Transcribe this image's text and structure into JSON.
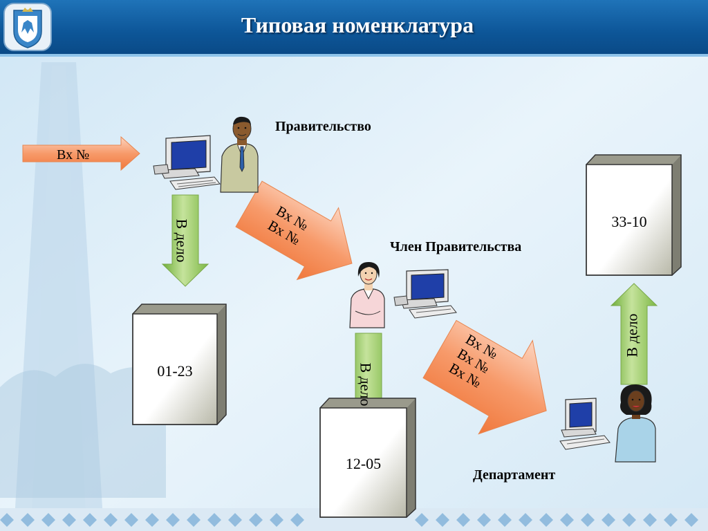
{
  "header": {
    "title": "Типовая номенклатура"
  },
  "labels": {
    "government": "Правительство",
    "member": "Член Правительства",
    "department": "Департамент"
  },
  "incoming": {
    "label": "Вх №"
  },
  "arrows": {
    "gov_to_member": [
      "Вх №",
      "Вх №"
    ],
    "member_to_dept": [
      "Вх №",
      "Вх №",
      "Вх №"
    ],
    "to_file": "В дело"
  },
  "boxes": {
    "gov": "01-23",
    "member": "12-05",
    "dept": "33-10"
  },
  "colors": {
    "header": "#0d5698",
    "accent_orange": "#f28a55",
    "accent_green": "#8cc84b"
  },
  "icons": [
    "coat-of-arms-icon",
    "computer-icon",
    "man-icon",
    "woman-icon"
  ]
}
